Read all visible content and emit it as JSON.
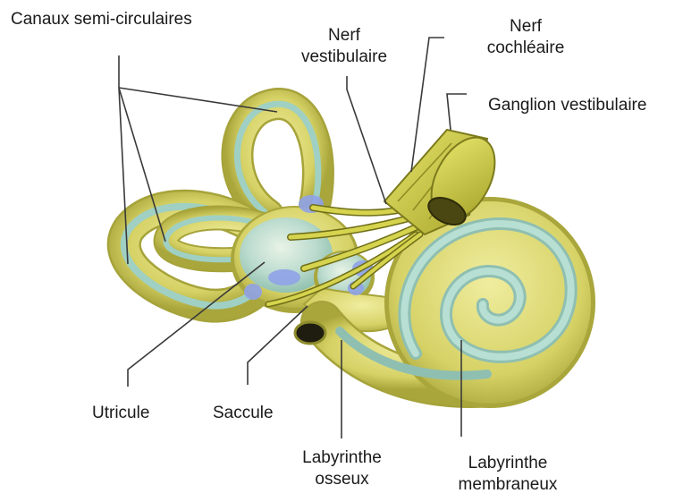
{
  "labels": {
    "canaux": "Canaux semi-circulaires",
    "nerf_vestibulaire_1": "Nerf",
    "nerf_vestibulaire_2": "vestibulaire",
    "nerf_cochleaire_1": "Nerf",
    "nerf_cochleaire_2": "cochléaire",
    "ganglion": "Ganglion vestibulaire",
    "utricule": "Utricule",
    "saccule": "Saccule",
    "labyrinthe_osseux_1": "Labyrinthe",
    "labyrinthe_osseux_2": "osseux",
    "labyrinthe_membraneux_1": "Labyrinthe",
    "labyrinthe_membraneux_2": "membraneux"
  },
  "colors": {
    "bone": "#d8d46a",
    "bone_dark": "#9c9a2e",
    "membrane": "#a9d3c8",
    "nerve": "#c9c93a",
    "nerve_dark": "#7b7a1c",
    "sensory": "#8fa2e8",
    "leader": "#3a3a3a"
  }
}
